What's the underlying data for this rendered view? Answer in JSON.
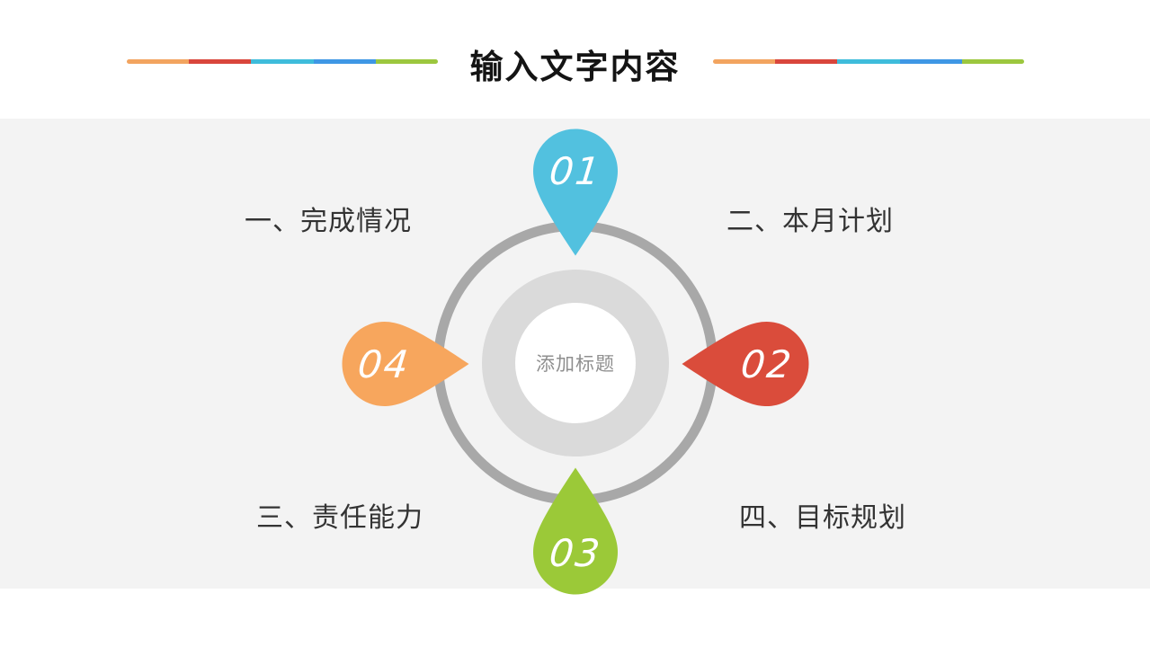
{
  "slide": {
    "title": "输入文字内容",
    "title_color": "#141414",
    "background": "#ffffff",
    "band_color": "#f3f3f3"
  },
  "decor_lines": {
    "segment_colors": [
      "#f2a45f",
      "#d9463c",
      "#3ebcdb",
      "#3e97e5",
      "#9cc73e"
    ]
  },
  "diagram": {
    "center_label": "添加标题",
    "center_label_color": "#8f8f8f",
    "outer_ring_color": "#a8a8a8",
    "inner_ring_color": "#dadada",
    "inner_circle_color": "#ffffff",
    "pins": [
      {
        "number": "01",
        "color": "#52c1df",
        "position": "top",
        "label": "一、完成情况"
      },
      {
        "number": "02",
        "color": "#da4c3b",
        "position": "right",
        "label": "二、本月计划"
      },
      {
        "number": "03",
        "color": "#9bc938",
        "position": "bottom",
        "label": "三、责任能力"
      },
      {
        "number": "04",
        "color": "#f7a65d",
        "position": "left",
        "label": "四、目标规划"
      }
    ]
  }
}
